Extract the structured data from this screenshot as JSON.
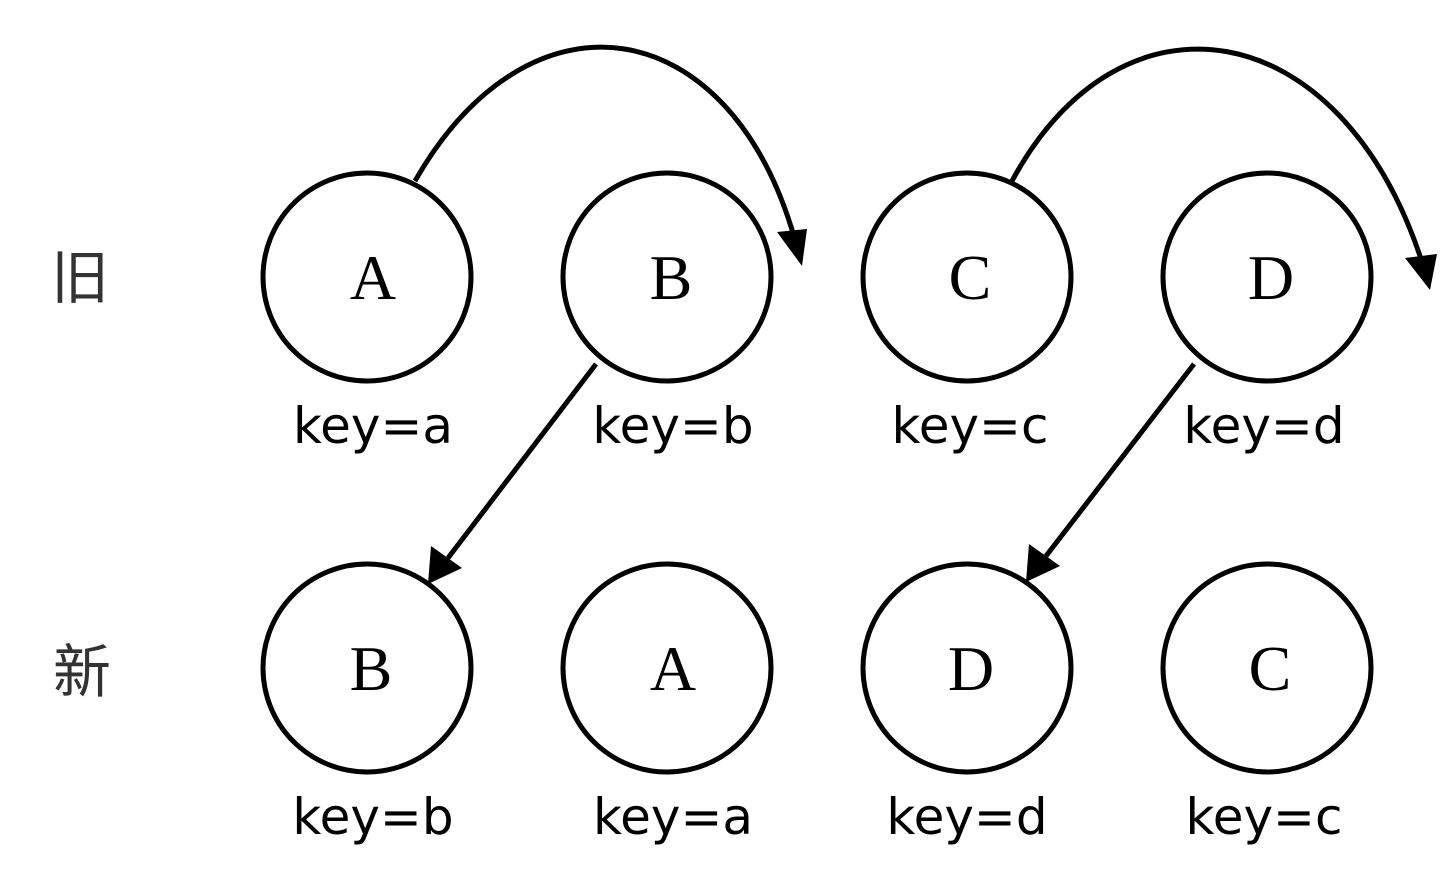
{
  "rows": [
    {
      "label": "旧",
      "nodes": [
        {
          "letter": "A",
          "key": "key=a"
        },
        {
          "letter": "B",
          "key": "key=b"
        },
        {
          "letter": "C",
          "key": "key=c"
        },
        {
          "letter": "D",
          "key": "key=d"
        }
      ]
    },
    {
      "label": "新",
      "nodes": [
        {
          "letter": "B",
          "key": "key=b"
        },
        {
          "letter": "A",
          "key": "key=a"
        },
        {
          "letter": "D",
          "key": "key=d"
        },
        {
          "letter": "C",
          "key": "key=c"
        }
      ]
    }
  ],
  "colors": {
    "stroke": "#000000",
    "background": "#ffffff"
  }
}
